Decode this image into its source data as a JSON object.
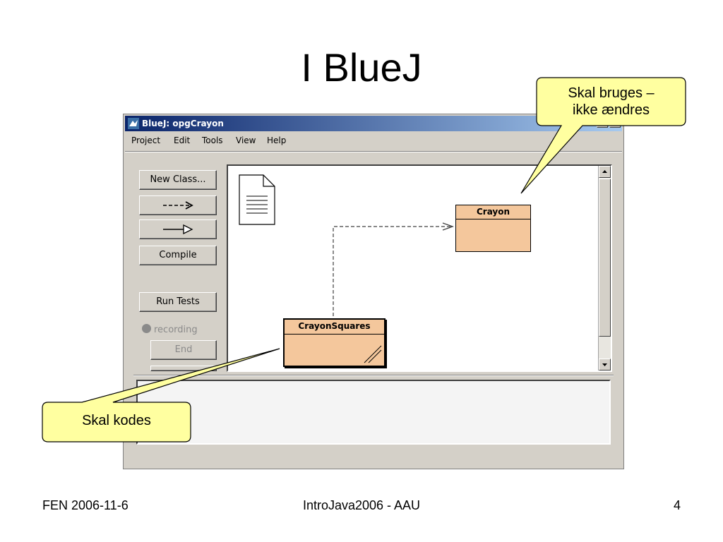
{
  "slide": {
    "title": "I BlueJ",
    "footer_left": "FEN 2006-11-6",
    "footer_center": "IntroJava2006 - AAU",
    "page_number": "4"
  },
  "window": {
    "title": "BlueJ:  opgCrayon",
    "icon": "bluej-bird-icon",
    "titlebar_color_start": "#0a246a",
    "titlebar_color_end": "#a6caf0"
  },
  "menu": [
    "Project",
    "Edit",
    "Tools",
    "View",
    "Help"
  ],
  "toolbar": {
    "new_class_label": "New Class...",
    "uses_arrow_label": "- - - >",
    "inherit_arrow_label": "—▷",
    "compile_label": "Compile",
    "run_tests_label": "Run Tests",
    "recording_label": "recording",
    "end_label": "End"
  },
  "diagram": {
    "classes": [
      {
        "name": "Crayon",
        "color": "#f4c79c"
      },
      {
        "name": "CrayonSquares",
        "color": "#f4c79c"
      }
    ],
    "relation": "uses (dashed arrow) from CrayonSquares to Crayon"
  },
  "callouts": {
    "top_right": [
      "Skal bruges –",
      "ikke ændres"
    ],
    "bottom_left": "Skal kodes",
    "fill_color": "#ffffa0"
  }
}
